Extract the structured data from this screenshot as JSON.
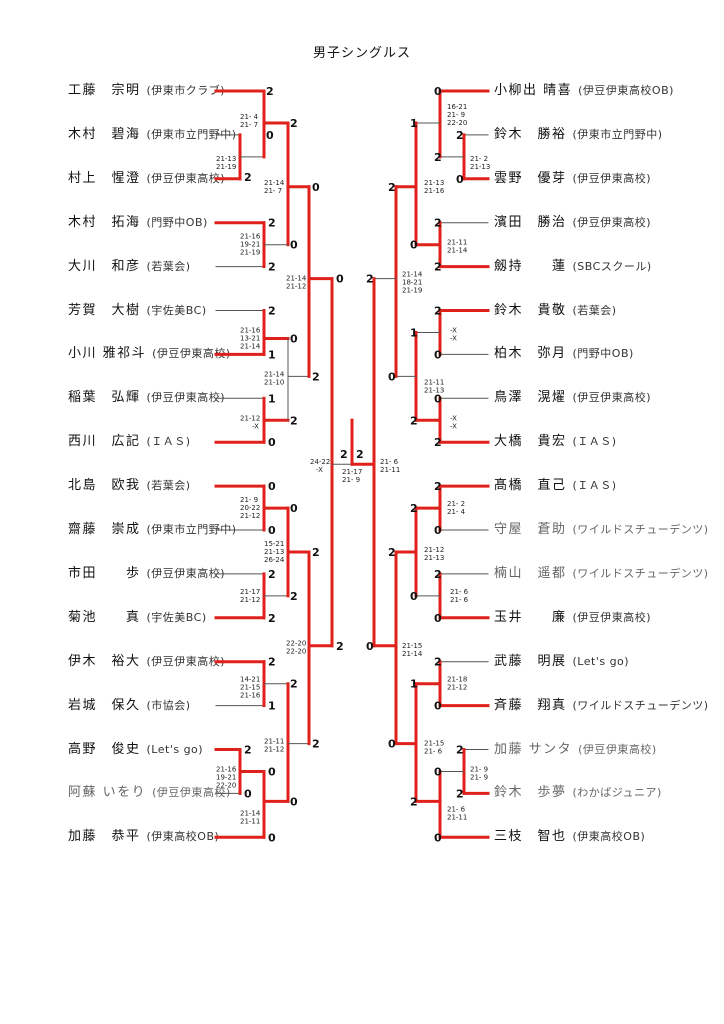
{
  "title": "男子シングルス",
  "colors": {
    "winner_line": "#e0201b",
    "loser_line": "#555555"
  },
  "left_players": [
    {
      "name": "工藤　宗明",
      "club": "(伊東市クラブ)"
    },
    {
      "name": "木村　碧海",
      "club": "(伊東市立門野中)"
    },
    {
      "name": "村上　惺澄",
      "club": "(伊豆伊東高校)"
    },
    {
      "name": "木村　拓海",
      "club": "(門野中OB)"
    },
    {
      "name": "大川　和彦",
      "club": "(若葉会)"
    },
    {
      "name": "芳賀　大樹",
      "club": "(宇佐美BC)"
    },
    {
      "name": "小川 雅祁斗",
      "club": "(伊豆伊東高校)"
    },
    {
      "name": "稲葉　弘輝",
      "club": "(伊豆伊東高校)"
    },
    {
      "name": "西川　広記",
      "club": "(ＩＡＳ)"
    },
    {
      "name": "北島　欧我",
      "club": "(若葉会)"
    },
    {
      "name": "齋藤　崇成",
      "club": "(伊東市立門野中)"
    },
    {
      "name": "市田　　歩",
      "club": "(伊豆伊東高校)"
    },
    {
      "name": "菊池　　真",
      "club": "(宇佐美BC)"
    },
    {
      "name": "伊木　裕大",
      "club": "(伊豆伊東高校)"
    },
    {
      "name": "岩城　保久",
      "club": "(市協会)"
    },
    {
      "name": "高野　俊史",
      "club": "(Let's go)"
    },
    {
      "name": "阿蘇 いをり",
      "club": "(伊豆伊東高校)"
    },
    {
      "name": "加藤　恭平",
      "club": "(伊東高校OB)"
    }
  ],
  "right_players": [
    {
      "name": "小柳出 晴喜",
      "club": "(伊豆伊東高校OB)"
    },
    {
      "name": "鈴木　勝裕",
      "club": "(伊東市立門野中)"
    },
    {
      "name": "雲野　優芽",
      "club": "(伊豆伊東高校)"
    },
    {
      "name": "濱田　勝治",
      "club": "(伊豆伊東高校)"
    },
    {
      "name": "劔持　　蓮",
      "club": "(SBCスクール)"
    },
    {
      "name": "鈴木　貴敬",
      "club": "(若葉会)"
    },
    {
      "name": "柏木　弥月",
      "club": "(門野中OB)"
    },
    {
      "name": "鳥澤　滉燿",
      "club": "(伊豆伊東高校)"
    },
    {
      "name": "大橋　貴宏",
      "club": "(ＩＡＳ)"
    },
    {
      "name": "髙橋　直己",
      "club": "(ＩＡＳ)"
    },
    {
      "name": "守屋　蒼助",
      "club": "(ワイルドスチューデンツ)"
    },
    {
      "name": "楠山　遥都",
      "club": "(ワイルドスチューデンツ)"
    },
    {
      "name": "玉井　　廉",
      "club": "(伊豆伊東高校)"
    },
    {
      "name": "武藤　明展",
      "club": "(Let's go)"
    },
    {
      "name": "斉藤　翔真",
      "club": "(ワイルドスチューデンツ)"
    },
    {
      "name": "加藤 サンタ",
      "club": "(伊豆伊東高校)"
    },
    {
      "name": "鈴木　歩夢",
      "club": "(わかばジュニア)"
    },
    {
      "name": "三枝　智也",
      "club": "(伊東高校OB)"
    }
  ],
  "result_marks": [
    "2",
    "2",
    "0",
    "2",
    "0",
    "2",
    "2",
    "0",
    "2",
    "1",
    "1",
    "0",
    "0",
    "2",
    "2",
    "0",
    "0",
    "2",
    "2",
    "0",
    "2",
    "2",
    "2",
    "1",
    "2",
    "0",
    "0",
    "0",
    "2",
    "0",
    "2",
    "0",
    "2",
    "0",
    "2",
    "2",
    "0",
    "1",
    "2",
    "0",
    "2",
    "2",
    "2",
    "0",
    "1",
    "2",
    "0",
    "0",
    "2",
    "2",
    "0",
    "2",
    "2",
    "0",
    "0",
    "2",
    "2",
    "0",
    "1",
    "2",
    "0",
    "2",
    "2",
    "0",
    "0",
    "2",
    "0",
    "2",
    "2",
    "0",
    "2",
    "2",
    "2",
    "0",
    "0",
    "2",
    "0",
    "2"
  ],
  "score_labels": [
    "21- 4",
    "21- 7",
    "21-13",
    "21-19",
    "21-14",
    "21- 7",
    "21-16",
    "19-21",
    "21-19",
    "21-14",
    "21-12",
    "21-16",
    "13-21",
    "21-14",
    "21-14",
    "21-10",
    "21-12",
    "-X",
    "24-22",
    "-X",
    "21-17",
    "21- 9",
    "21- 9",
    "20-22",
    "21-12",
    "15-21",
    "21-13",
    "26-24",
    "21-17",
    "21-12",
    "22-20",
    "22-20",
    "14-21",
    "21-15",
    "21-16",
    "21-11",
    "21-12",
    "21-16",
    "19-21",
    "22-20",
    "21-14",
    "21-11",
    "16-21",
    "21- 9",
    "22-20",
    "21- 2",
    "21-13",
    "21-13",
    "21-16",
    "21-11",
    "21-14",
    "21-14",
    "18-21",
    "21-19",
    "-X",
    "-X",
    "21-11",
    "21-13",
    "-X",
    "-X",
    "21- 6",
    "21-11",
    "21- 2",
    "21- 4",
    "21-12",
    "21-13",
    "21- 6",
    "21- 6",
    "21-15",
    "21-14",
    "21-18",
    "21-12",
    "21-15",
    "21- 6",
    "21- 9",
    "21- 9",
    "21- 6",
    "21-11"
  ]
}
